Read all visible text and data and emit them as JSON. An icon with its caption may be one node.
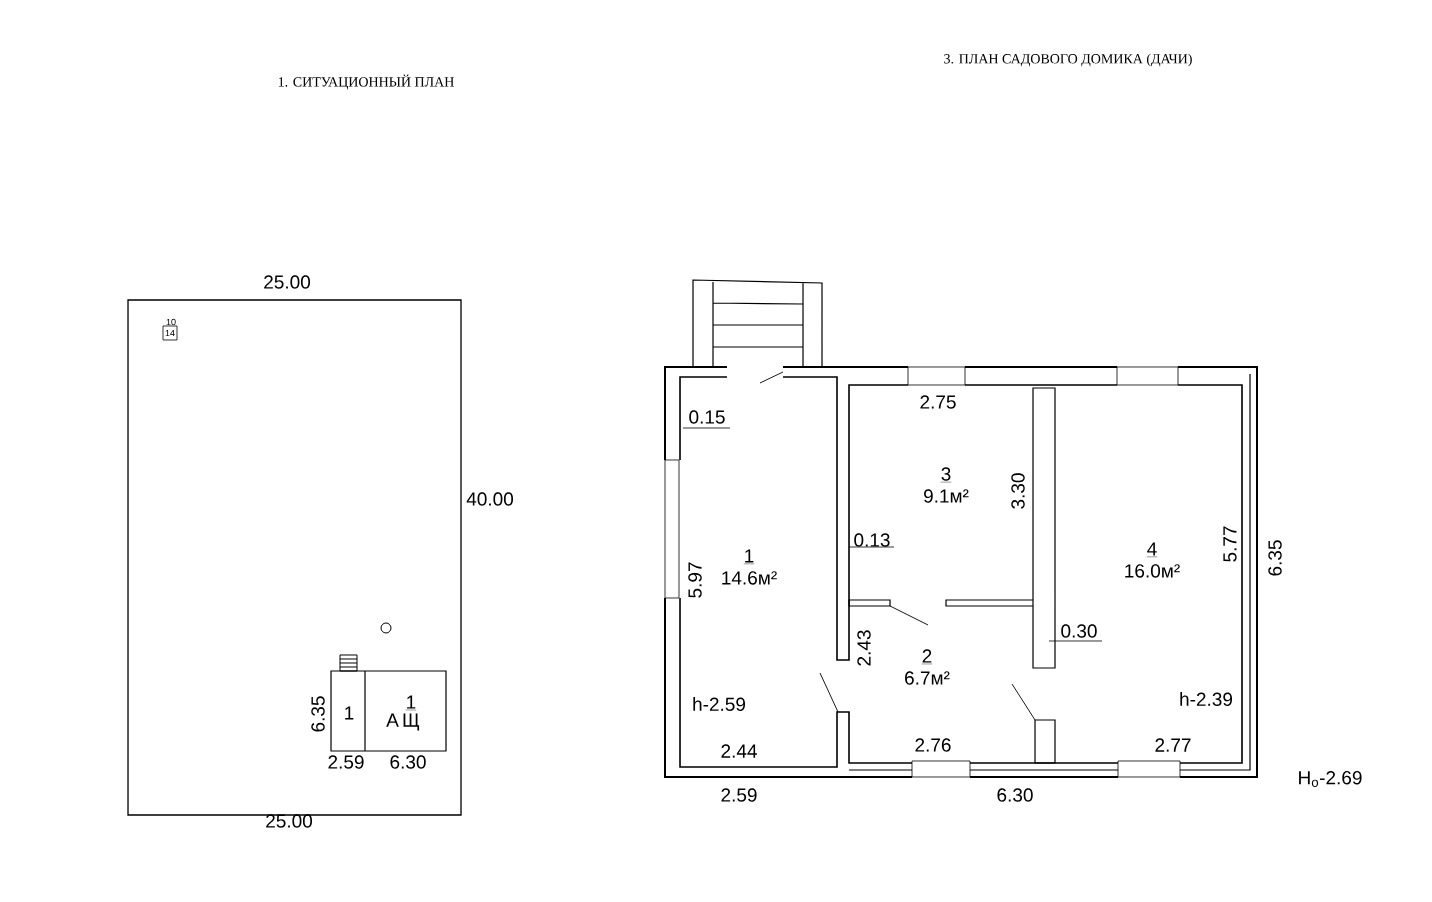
{
  "diagram": {
    "nodes": [
      {
        "text": [
          "1"
        ]
      },
      {
        "text": [
          "А",
          "1",
          "Щ"
        ]
      },
      {
        "text": [
          "1",
          "14.6м²"
        ]
      },
      {
        "text": [
          "3",
          "9.1м²"
        ]
      },
      {
        "text": [
          "4",
          "16.0м²"
        ]
      },
      {
        "text": [
          "2",
          "6.7м²"
        ]
      }
    ],
    "edges": [],
    "labels": [
      "3. ПЛАН САДОВОГО ДОМИКА (ДАЧИ)",
      "1. СИТУАЦИОННЫЙ ПЛАН",
      "25.00",
      "10",
      "14",
      "40.00",
      "6.35",
      "2.59",
      "6.30",
      "25.00",
      "0.15",
      "2.75",
      "3.30",
      "0.13",
      "5.97",
      "5.77",
      "6.35",
      "2.43",
      "0.30",
      "h-2.59",
      "h-2.39",
      "2.44",
      "2.76",
      "2.77",
      "2.59",
      "6.30",
      "H$_{o}$-2.69"
    ]
  }
}
